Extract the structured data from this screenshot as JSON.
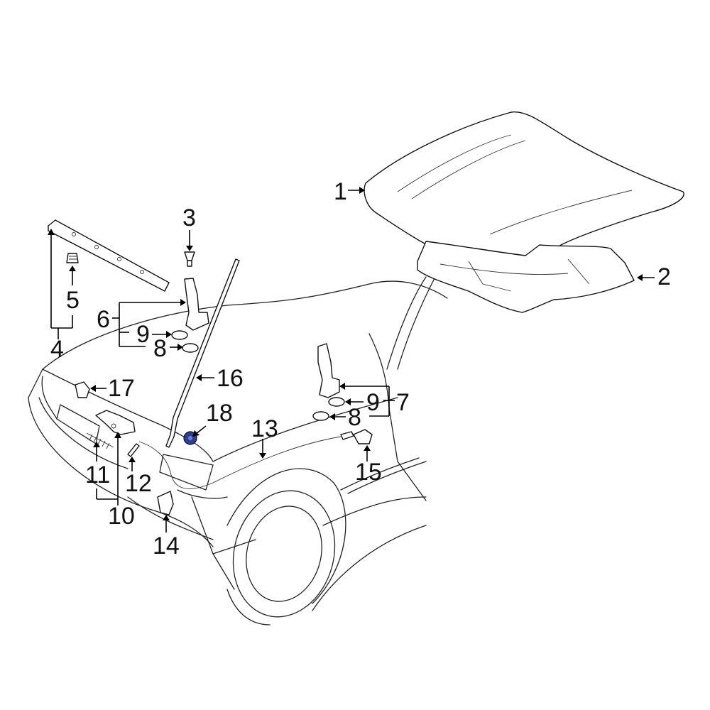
{
  "callouts": {
    "c1": "1",
    "c2": "2",
    "c3": "3",
    "c4": "4",
    "c5": "5",
    "c6": "6",
    "c7": "7",
    "c8a": "8",
    "c8b": "8",
    "c9a": "9",
    "c9b": "9",
    "c10": "10",
    "c11": "11",
    "c12": "12",
    "c13": "13",
    "c14": "14",
    "c15": "15",
    "c16": "16",
    "c17": "17",
    "c18": "18"
  },
  "colors": {
    "line": "#222222",
    "accent": "#2a3f9a",
    "background": "#ffffff"
  }
}
